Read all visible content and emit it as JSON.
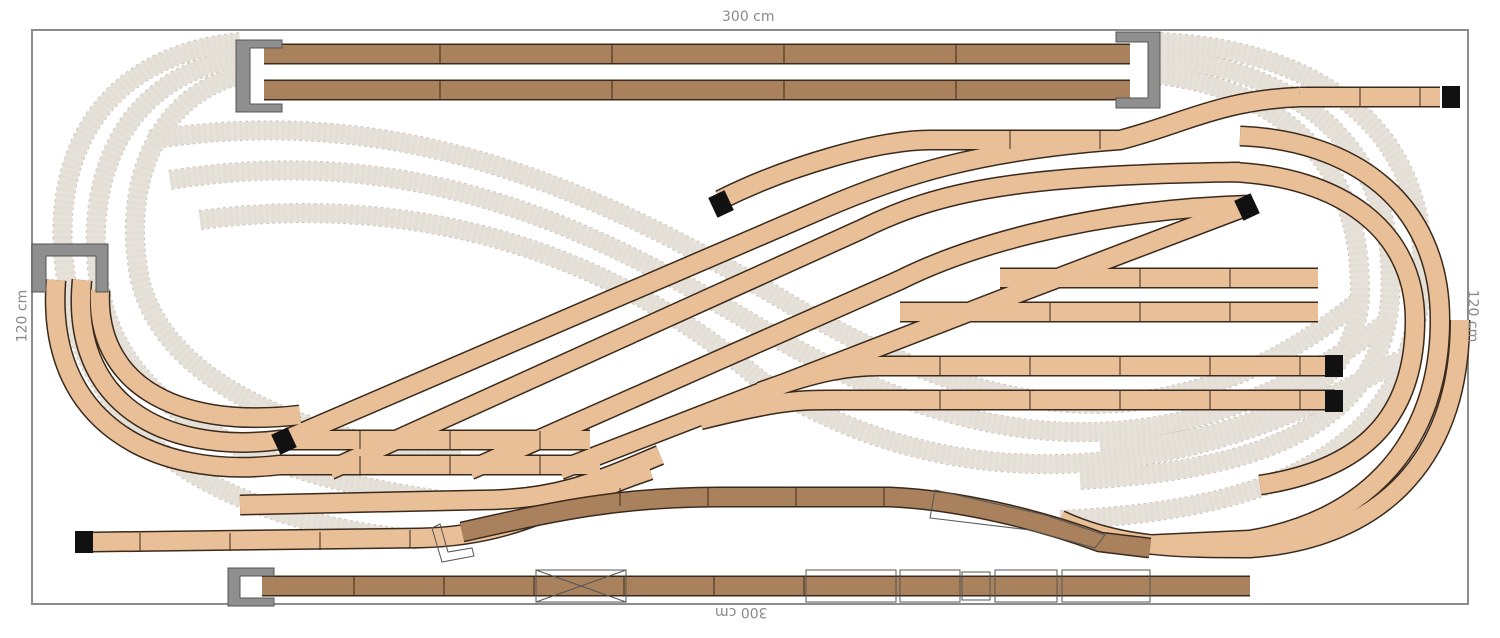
{
  "dimensions": {
    "width_label_top": "300 cm",
    "width_label_bottom": "300 cm",
    "depth_label_left": "120 cm",
    "depth_label_right": "120 cm"
  },
  "colors": {
    "board_border": "#8c8c8c",
    "track_lower": "#e9bf98",
    "track_edge": "#3a2a1c",
    "track_upper": "#a9825d",
    "track_hidden": "#e6e1d8",
    "hidden_edge": "#b9b2a6",
    "bridge": "#8f8f8f",
    "bumper": "#111111"
  }
}
